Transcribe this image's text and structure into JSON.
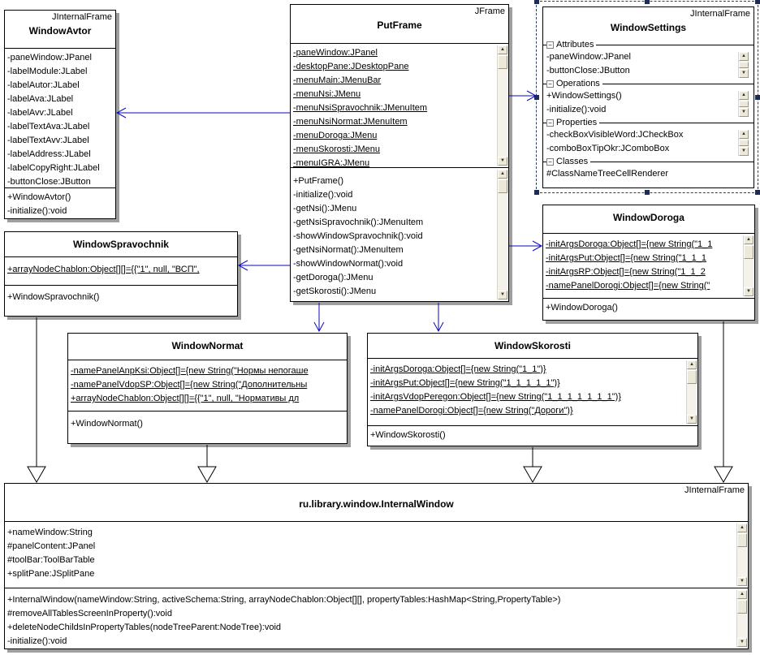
{
  "colors": {
    "connector_blue": "#0a0ac2",
    "generalization_black": "#000000",
    "selection_navy": "#2a3e66",
    "shadow_gray": "#9f9f9f"
  },
  "classes": {
    "windowAvtor": {
      "stereotype": "JInternalFrame",
      "name": "WindowAvtor",
      "attributes": [
        {
          "t": "-paneWindow:JPanel"
        },
        {
          "t": "-labelModule:JLabel"
        },
        {
          "t": "-labelAutor:JLabel"
        },
        {
          "t": "-labelAva:JLabel"
        },
        {
          "t": "-labelAvv:JLabel"
        },
        {
          "t": "-labelTextAva:JLabel"
        },
        {
          "t": "-labelTextAvv:JLabel"
        },
        {
          "t": "-labelAddress:JLabel"
        },
        {
          "t": "-labelCopyRight:JLabel"
        },
        {
          "t": "-buttonClose:JButton"
        }
      ],
      "methods": [
        {
          "t": "+WindowAvtor()"
        },
        {
          "t": "-initialize():void"
        }
      ]
    },
    "putFrame": {
      "stereotype": "JFrame",
      "name": "PutFrame",
      "attributes": [
        {
          "t": "-paneWindow:JPanel",
          "u": true
        },
        {
          "t": "-desktopPane:JDesktopPane",
          "u": true
        },
        {
          "t": "-menuMain:JMenuBar",
          "u": true
        },
        {
          "t": "-menuNsi:JMenu",
          "u": true
        },
        {
          "t": "-menuNsiSpravochnik:JMenuItem",
          "u": true
        },
        {
          "t": "-menuNsiNormat:JMenuItem",
          "u": true
        },
        {
          "t": "-menuDoroga:JMenu",
          "u": true
        },
        {
          "t": "-menuSkorosti:JMenu",
          "u": true
        },
        {
          "t": "-menuIGRA:JMenu",
          "u": true
        }
      ],
      "methods": [
        {
          "t": "+PutFrame()"
        },
        {
          "t": "-initialize():void"
        },
        {
          "t": "-getNsi():JMenu"
        },
        {
          "t": "-getNsiSpravochnik():JMenuItem"
        },
        {
          "t": "-showWindowSpravochnik():void"
        },
        {
          "t": "-getNsiNormat():JMenuItem"
        },
        {
          "t": "-showWindowNormat():void"
        },
        {
          "t": "-getDoroga():JMenu"
        },
        {
          "t": "-getSkorosti():JMenu"
        }
      ]
    },
    "windowSettings": {
      "stereotype": "JInternalFrame",
      "name": "WindowSettings",
      "sections": [
        {
          "label": "Attributes",
          "members": [
            {
              "t": "-paneWindow:JPanel"
            },
            {
              "t": "-buttonClose:JButton"
            }
          ]
        },
        {
          "label": "Operations",
          "members": [
            {
              "t": "+WindowSettings()"
            },
            {
              "t": "-initialize():void"
            }
          ]
        },
        {
          "label": "Properties",
          "members": [
            {
              "t": "-checkBoxVisibleWord:JCheckBox"
            },
            {
              "t": "-comboBoxTipOkr:JComboBox"
            }
          ]
        },
        {
          "label": "Classes",
          "members": [
            {
              "t": "#ClassNameTreeCellRenderer"
            }
          ]
        }
      ]
    },
    "windowSpravochnik": {
      "name": "WindowSpravochnik",
      "attributes": [
        {
          "t": "+arrayNodeChablon:Object[][]={{\"1\", null, \"ВСП\",",
          "u": true
        }
      ],
      "methods": [
        {
          "t": "+WindowSpravochnik()"
        }
      ]
    },
    "windowDoroga": {
      "name": "WindowDoroga",
      "attributes": [
        {
          "t": "-initArgsDoroga:Object[]={new String(\"1_1",
          "u": true
        },
        {
          "t": "-initArgsPut:Object[]={new String(\"1_1_1",
          "u": true
        },
        {
          "t": "-initArgsRP:Object[]={new String(\"1_1_2",
          "u": true
        },
        {
          "t": "-namePanelDorogi:Object[]={new String(\"",
          "u": true
        }
      ],
      "methods": [
        {
          "t": "+WindowDoroga()"
        }
      ]
    },
    "windowNormat": {
      "name": "WindowNormat",
      "attributes": [
        {
          "t": "-namePanelAnpKsi:Object[]={new String(\"Нормы непогаше",
          "u": true
        },
        {
          "t": "-namePanelVdopSP:Object[]={new String(\"Дополнительны",
          "u": true
        },
        {
          "t": "+arrayNodeChablon:Object[][]={{\"1\", null, \"Нормативы дл",
          "u": true
        }
      ],
      "methods": [
        {
          "t": "+WindowNormat()"
        }
      ]
    },
    "windowSkorosti": {
      "name": "WindowSkorosti",
      "attributes": [
        {
          "t": "-initArgsDoroga:Object[]={new String(\"1_1\")}",
          "u": true
        },
        {
          "t": "-initArgsPut:Object[]={new String(\"1_1_1_1_1\")}",
          "u": true
        },
        {
          "t": "-initArgsVdopPeregon:Object[]={new String(\"1_1_1_1_1_1_1\")}",
          "u": true
        },
        {
          "t": "-namePanelDorogi:Object[]={new String(\"Дороги\")}",
          "u": true
        }
      ],
      "methods": [
        {
          "t": "+WindowSkorosti()"
        }
      ]
    },
    "internalWindow": {
      "stereotype": "JInternalFrame",
      "name": "ru.library.window.InternalWindow",
      "attributes": [
        {
          "t": "+nameWindow:String"
        },
        {
          "t": "#panelContent:JPanel"
        },
        {
          "t": "#toolBar:ToolBarTable"
        },
        {
          "t": "+splitPane:JSplitPane"
        }
      ],
      "methods": [
        {
          "t": "+InternalWindow(nameWindow:String, activeSchema:String, arrayNodeChablon:Object[][], propertyTables:HashMap<String,PropertyTable>)"
        },
        {
          "t": "#removeAllTablesScreenInProperty():void"
        },
        {
          "t": "+deleteNodeChildsInPropertyTables(nodeTreeParent:NodeTree):void"
        },
        {
          "t": "-initialize():void"
        }
      ]
    }
  },
  "relations": [
    {
      "type": "dependency",
      "from": "PutFrame",
      "to": "WindowAvtor"
    },
    {
      "type": "dependency",
      "from": "PutFrame",
      "to": "WindowSettings"
    },
    {
      "type": "dependency",
      "from": "PutFrame",
      "to": "WindowSpravochnik"
    },
    {
      "type": "dependency",
      "from": "PutFrame",
      "to": "WindowDoroga"
    },
    {
      "type": "dependency",
      "from": "PutFrame",
      "to": "WindowNormat"
    },
    {
      "type": "dependency",
      "from": "PutFrame",
      "to": "WindowSkorosti"
    },
    {
      "type": "generalization",
      "from": "WindowSpravochnik",
      "to": "ru.library.window.InternalWindow"
    },
    {
      "type": "generalization",
      "from": "WindowNormat",
      "to": "ru.library.window.InternalWindow"
    },
    {
      "type": "generalization",
      "from": "WindowSkorosti",
      "to": "ru.library.window.InternalWindow"
    },
    {
      "type": "generalization",
      "from": "WindowDoroga",
      "to": "ru.library.window.InternalWindow"
    }
  ]
}
